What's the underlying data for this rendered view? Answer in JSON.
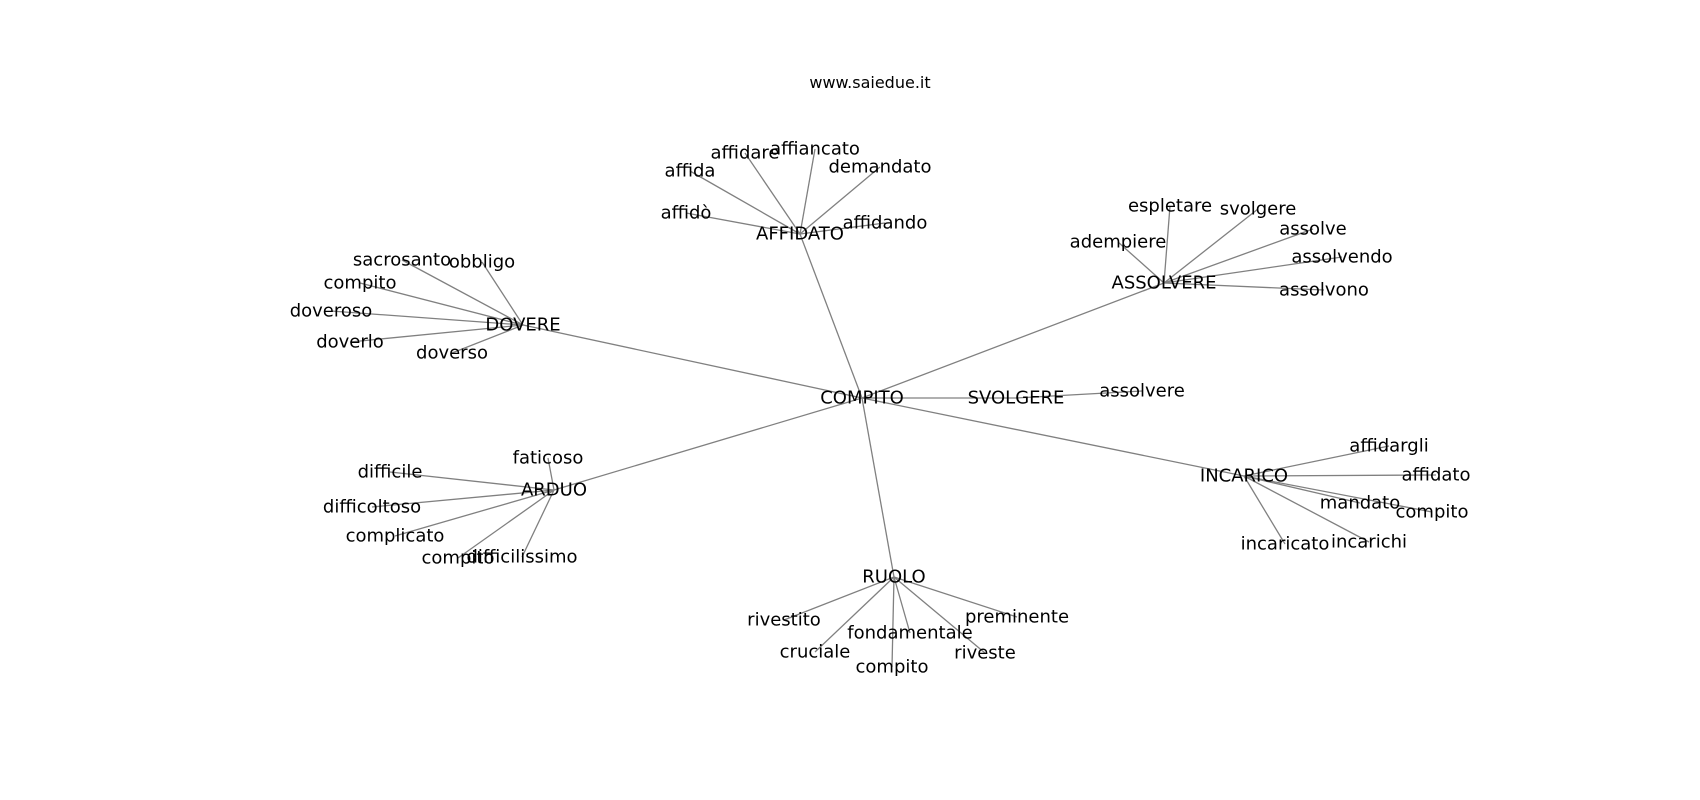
{
  "title": "www.saiedue.it",
  "graph": {
    "center": "COMPITO",
    "clusters": [
      {
        "hub": "AFFIDATO",
        "leaves": [
          "affidare",
          "affiancato",
          "demandato",
          "affida",
          "affidò",
          "affidando"
        ]
      },
      {
        "hub": "ASSOLVERE",
        "leaves": [
          "espletare",
          "svolgere",
          "adempiere",
          "assolve",
          "assolvendo",
          "assolvono"
        ]
      },
      {
        "hub": "DOVERE",
        "leaves": [
          "sacrosanto",
          "obbligo",
          "compito",
          "doveroso",
          "doverlo",
          "doverso"
        ]
      },
      {
        "hub": "SVOLGERE",
        "leaves": [
          "assolvere"
        ]
      },
      {
        "hub": "ARDUO",
        "leaves": [
          "faticoso",
          "difficile",
          "difficoltoso",
          "complicato",
          "compito",
          "difficilissimo"
        ]
      },
      {
        "hub": "INCARICO",
        "leaves": [
          "affidargli",
          "affidato",
          "mandato",
          "compito",
          "incaricato",
          "incarichi"
        ]
      },
      {
        "hub": "RUOLO",
        "leaves": [
          "rivestito",
          "preminente",
          "fondamentale",
          "cruciale",
          "riveste",
          "compito"
        ]
      }
    ]
  }
}
